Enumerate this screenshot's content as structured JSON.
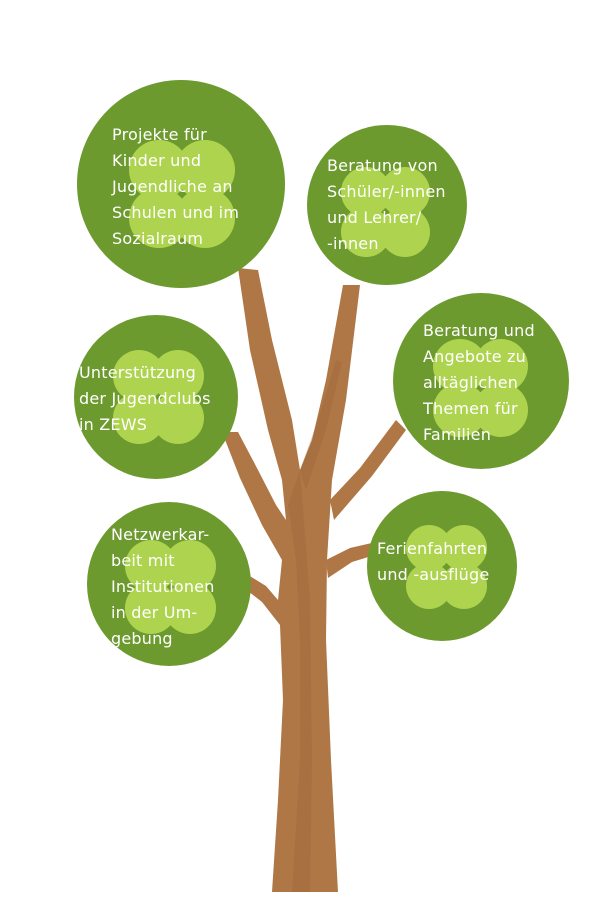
{
  "colors": {
    "leaf_dark": "#6d9a2e",
    "leaf_light": "#aed44f",
    "trunk": "#b07746",
    "trunk_shade": "#9a6437",
    "text": "#ffffff"
  },
  "topics": [
    {
      "id": "projekte",
      "text": "Projekte für\nKinder und\nJugendliche an\nSchulen und im\nSozialraum"
    },
    {
      "id": "beratung-schueler",
      "text": "Beratung von\nSchüler/-innen\nund Lehrer/\n-innen"
    },
    {
      "id": "unterstuetzung",
      "text": "Unterstützung\nder Jugendclubs\nin ZEWS"
    },
    {
      "id": "beratung-familien",
      "text": "Beratung und\nAngebote zu\nalltäglichen\nThemen für\nFamilien"
    },
    {
      "id": "netzwerkarbeit",
      "text": "Netzwerkar-\nbeit mit\nInstitutionen\nin der Um-\ngebung"
    },
    {
      "id": "ferienfahrten",
      "text": "Ferienfahrten\nund -ausflüge"
    }
  ]
}
